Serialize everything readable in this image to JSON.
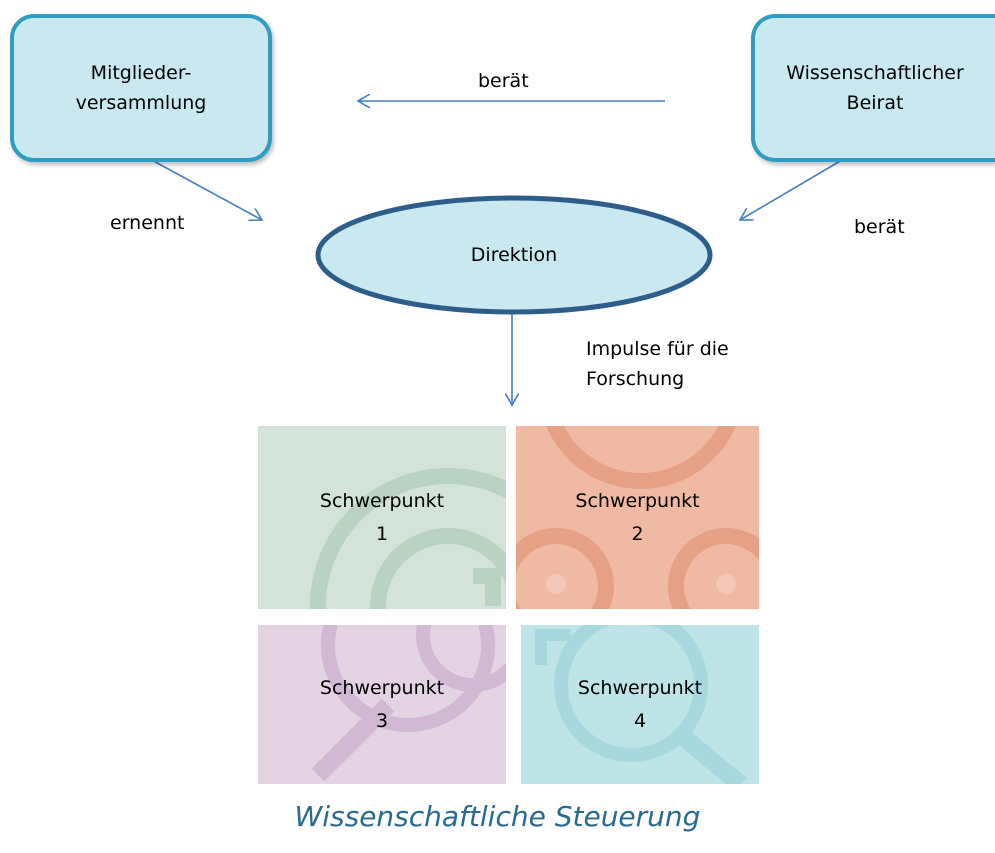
{
  "nodes": {
    "members": {
      "label": "Mitglieder-\nversammlung"
    },
    "advisory": {
      "label": "Wissenschaftlicher\nBeirat"
    },
    "direction": {
      "label": "Direktion"
    }
  },
  "edges": {
    "advisory_to_members": "berät",
    "members_to_direction": "ernennt",
    "advisory_to_direction": "berät",
    "direction_to_focus": "Impulse für die\nForschung"
  },
  "focus_areas": [
    {
      "word": "Schwerpunkt",
      "number": "1",
      "color": "#d3e3d9"
    },
    {
      "word": "Schwerpunkt",
      "number": "2",
      "color": "#f0b9a3"
    },
    {
      "word": "Schwerpunkt",
      "number": "3",
      "color": "#e3d3e3"
    },
    {
      "word": "Schwerpunkt",
      "number": "4",
      "color": "#bfe4e7"
    }
  ],
  "caption": "Wissenschaftliche Steuerung",
  "colors": {
    "box_fill": "#c9e8f0",
    "box_border": "#2e9dc4",
    "ellipse_border": "#2f5d8a",
    "arrow": "#4a7fc1",
    "caption": "#2b6a8f"
  }
}
